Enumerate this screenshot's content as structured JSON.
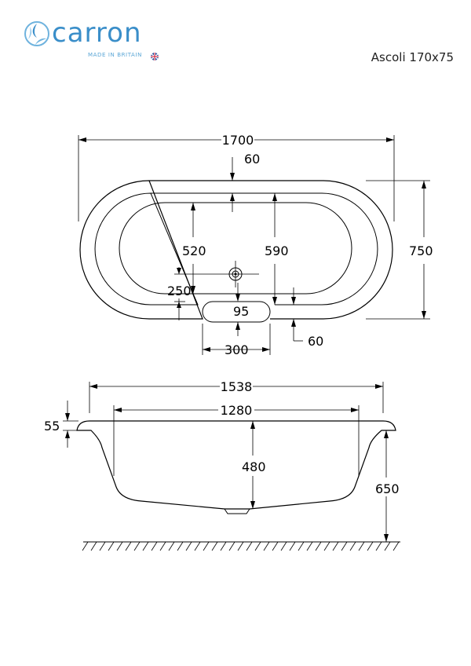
{
  "brand": {
    "name": "carron",
    "tagline": "MADE IN BRITAIN",
    "color": "#3a8ec9",
    "icons": [
      "carron-swirl-logo-icon",
      "union-flag-icon"
    ]
  },
  "model": {
    "title": "Ascoli 170x75"
  },
  "plan_view": {
    "dimensions": {
      "overall_length": "1700",
      "rim_width_top": "60",
      "overall_width": "750",
      "inner_depth_a": "520",
      "inner_depth_b": "590",
      "waste_offset": "250",
      "grip_depth": "95",
      "grip_length": "300",
      "rim_width_bottom": "60"
    }
  },
  "side_view": {
    "dimensions": {
      "top_length": "1538",
      "bottom_length": "1280",
      "rim_height": "55",
      "bath_depth": "480",
      "overall_height": "650"
    }
  }
}
